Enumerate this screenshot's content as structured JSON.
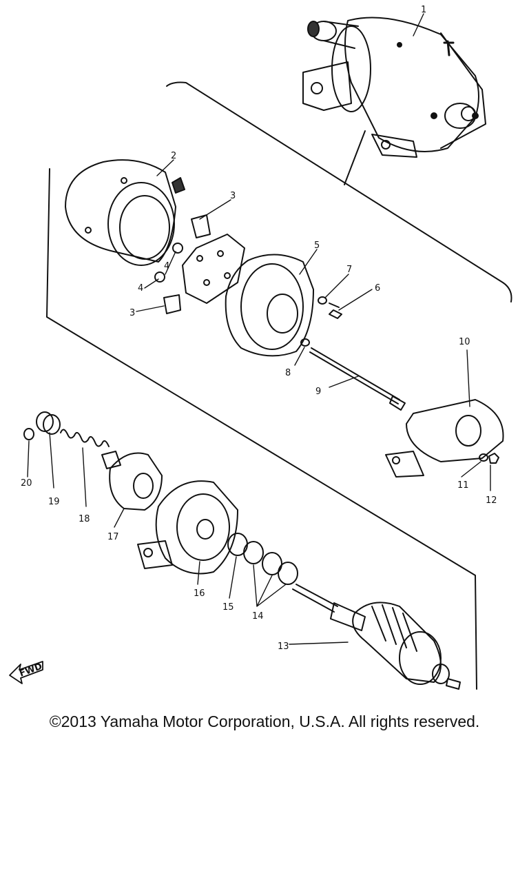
{
  "diagram": {
    "part_numbers": [
      "1",
      "2",
      "3",
      "3",
      "4",
      "4",
      "5",
      "6",
      "7",
      "8",
      "9",
      "10",
      "11",
      "12",
      "13",
      "14",
      "15",
      "16",
      "17",
      "18",
      "19",
      "20"
    ],
    "fwd_label": "FWD"
  },
  "footer": {
    "copyright": "©2013 Yamaha Motor Corporation, U.S.A. All rights reserved."
  }
}
